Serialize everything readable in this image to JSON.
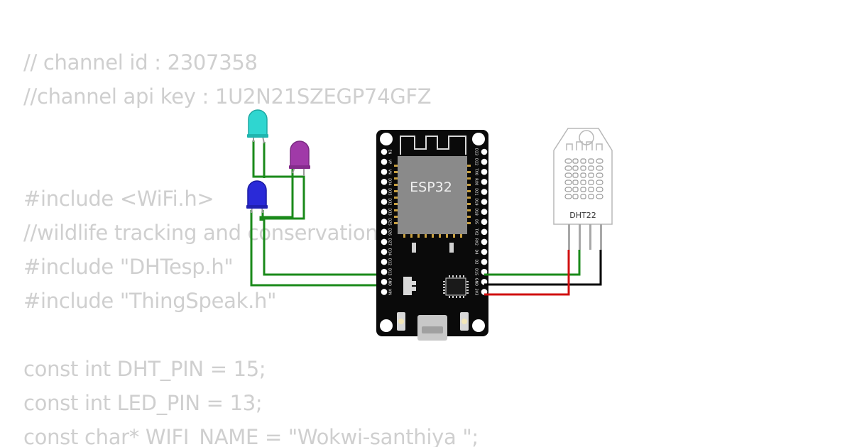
{
  "code_lines": [
    "// channel id : 2307358",
    "//channel api key : 1U2N21SZEGP74GFZ",
    "",
    "",
    "#include <WiFi.h>",
    "//wildlife tracking and conservation",
    "#include \"DHTesp.h\"",
    "#include \"ThingSpeak.h\"",
    "",
    "const int DHT_PIN = 15;",
    "const int LED_PIN = 13;",
    "const char* WIFI_NAME = \"Wokwi-santhiya \";"
  ],
  "esp32": {
    "label": "ESP32",
    "left_pins": [
      "EN",
      "VP",
      "VN",
      "D34",
      "D35",
      "D32",
      "D33",
      "D25",
      "D26",
      "D27",
      "D14",
      "D12",
      "D13",
      "GND",
      "VIN"
    ],
    "right_pins": [
      "D23",
      "D22",
      "TX0",
      "RX0",
      "D21",
      "D19",
      "D18",
      "D5",
      "TX2",
      "RX2",
      "D4",
      "D2",
      "D15",
      "GND",
      "3V3"
    ]
  },
  "sensor": {
    "label": "DHT22"
  },
  "leds": [
    {
      "name": "cyan-led",
      "color": "#2fd6d0"
    },
    {
      "name": "purple-led",
      "color": "#a03aa8"
    },
    {
      "name": "blue-led",
      "color": "#2a2ad8"
    }
  ],
  "wire_colors": {
    "signal": "#1a8a1a",
    "ground": "#000000",
    "power": "#d01010"
  }
}
